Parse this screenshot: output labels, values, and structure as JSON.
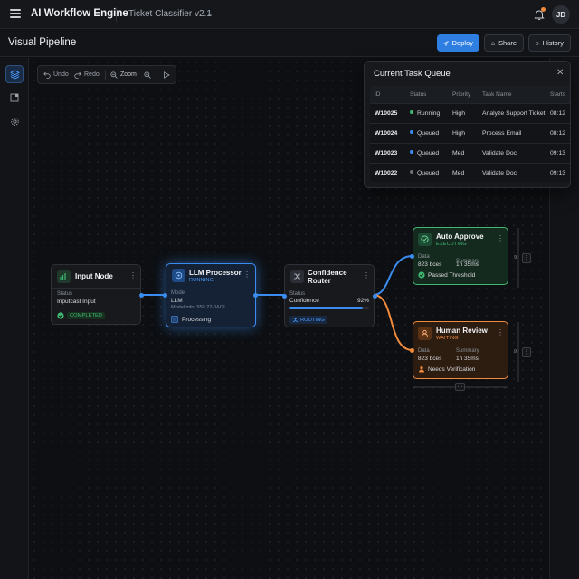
{
  "topbar": {
    "app_title": "AI Workflow Engine",
    "project": "Ticket Classifier v2.1",
    "avatar_initials": "JD",
    "notification_color": "#f08a3c"
  },
  "subbar": {
    "page_title": "Visual Pipeline",
    "deploy_label": "Deploy",
    "share_label": "Share",
    "history_label": "History"
  },
  "toolbar": {
    "undo_label": "Undo",
    "redo_label": "Redo",
    "zoom_label": "Zoom"
  },
  "rail": {
    "items": [
      "layers-icon",
      "square-select-icon",
      "gear-icon"
    ]
  },
  "nodes": {
    "input": {
      "title": "Input Node",
      "status_label": "Status",
      "status_value": "Inputcast Input",
      "badge": "COMPLETED"
    },
    "llm": {
      "title": "LLM Processor",
      "state": "RUNNING",
      "model_label": "Model",
      "model_value": "LLM",
      "model_info": "Model info: 950.22-0&GI",
      "footer": "Processing"
    },
    "router": {
      "title": "Confidence Router",
      "status_label": "Status",
      "confidence_label": "Confidence",
      "confidence_value": "92%",
      "confidence_fraction": 0.92,
      "badge": "ROUTING"
    },
    "approve": {
      "title": "Auto Approve",
      "state": "EXECUTING",
      "data_label": "Data",
      "data_value": "823 bces",
      "summary_label": "Summary",
      "summary_value": "1h 35ms",
      "footer": "Passed Threshold",
      "side_value": "9"
    },
    "review": {
      "title": "Human Review",
      "state": "WAITING",
      "data_label": "Data",
      "data_value": "823 bces",
      "summary_label": "Summary",
      "summary_value": "1h 35ms",
      "footer": "Needs Verification",
      "side_value": "9"
    }
  },
  "queue": {
    "title": "Current Task Queue",
    "columns": [
      "ID",
      "Status",
      "Priority",
      "Task Name",
      "Starts"
    ],
    "rows": [
      {
        "id": "W10025",
        "status": "Running",
        "status_color": "#3fb872",
        "priority": "High",
        "task": "Analyze Support Ticket",
        "start": "08:12"
      },
      {
        "id": "W10024",
        "status": "Queued",
        "status_color": "#3b8cf0",
        "priority": "High",
        "task": "Process Email",
        "start": "08:12"
      },
      {
        "id": "W10023",
        "status": "Queued",
        "status_color": "#3b8cf0",
        "priority": "Med",
        "task": "Validate Doc",
        "start": "09:13"
      },
      {
        "id": "W10022",
        "status": "Queued",
        "status_color": "#6b7078",
        "priority": "Med",
        "task": "Validate Doc",
        "start": "09:13"
      }
    ]
  },
  "colors": {
    "accent": "#2f7fe3",
    "success": "#3fb872",
    "warning": "#f08a3c"
  }
}
